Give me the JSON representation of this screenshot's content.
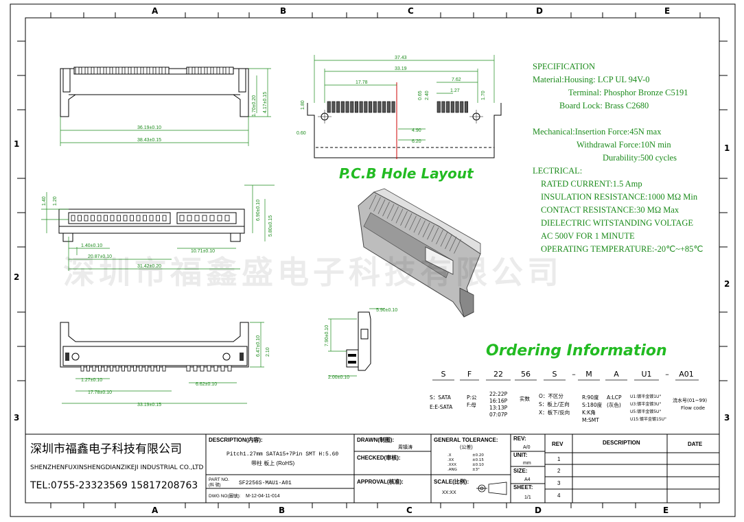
{
  "grid": {
    "columns": [
      "A",
      "B",
      "C",
      "D",
      "E"
    ],
    "rows": [
      "1",
      "2",
      "3"
    ]
  },
  "specification": {
    "title": "SPECIFICATION",
    "material_housing": "Material:Housing:  LCP UL 94V-0",
    "terminal": "Terminal:  Phosphor Bronze C5191",
    "board_lock": "Board Lock:  Brass C2680",
    "insertion": "Mechanical:Insertion Force:45N max",
    "withdrawal": "Withdrawal Force:10N min",
    "durability": "Durability:500 cycles",
    "electrical": "LECTRICAL:",
    "rated_current": "RATED CURRENT:1.5 Amp",
    "insulation": "INSULATION RESISTANCE:1000 MΩ Min",
    "contact": "CONTACT RESISTANCE:30 MΩ Max",
    "dielectric": "DIELECTRIC WITSTANDING VOLTAGE",
    "ac": "AC 500V FOR 1 MINUTE",
    "temp": "OPERATING TEMPERATURE:-20℃~+85℃"
  },
  "pcb_title": "P.C.B Hole Layout",
  "watermark": "深圳市福鑫盛电子科技有限公司",
  "ordering": {
    "title": "Ordering Information",
    "codes": [
      "S",
      "F",
      "22",
      "56",
      "S",
      "M",
      "A",
      "U1",
      "A01"
    ],
    "dashes": [
      "–",
      "–"
    ],
    "desc_s": [
      "S：SATA",
      "E:E-SATA"
    ],
    "desc_f": [
      "P:公",
      "F:母"
    ],
    "desc_22": [
      "22:22P",
      "16:16P",
      "13:13P",
      "07:07P"
    ],
    "desc_56": [
      "实数"
    ],
    "desc_s2": [
      "O：不区分",
      "S：板上/正向",
      "X：板下/反向"
    ],
    "desc_m": [
      "R:90度",
      "S:180度",
      "K:K角",
      "M:SMT"
    ],
    "desc_a": [
      "A:LCP",
      "(灰色)"
    ],
    "desc_u1": [
      "U1:镀半金镀1U\"",
      "U3:镀半金镀3U\"",
      "U5:镀半金镀5U\"",
      "U15:镀半金镀15U\""
    ],
    "desc_a01": [
      "流水号(01~99)",
      "Flow code"
    ]
  },
  "dims": {
    "top_w1": "36.19±0.10",
    "top_w2": "38.43±0.15",
    "top_h1": "1.70±0.20",
    "top_h2": "4.17±0.15",
    "front_d1": "1.40±0.10",
    "front_d2": "20.87±0.10",
    "front_d3": "31.42±0.20",
    "front_d4": "10.71±0.10",
    "front_h1": "6.90±0.10",
    "front_h2": "5.80±0.15",
    "front_h3": "1.40",
    "front_h4": "1.20",
    "bot_d1": "1.27±0.10",
    "bot_d2": "17.78±0.10",
    "bot_d3": "33.19±0.15",
    "bot_d4": "6.62±0.10",
    "bot_h1": "6.47±0.10",
    "bot_h2": "2.10",
    "pcb_d1": "37.43",
    "pcb_d2": "33.19",
    "pcb_d3": "17.78",
    "pcb_d4": "7.62",
    "pcb_d5": "1.27",
    "pcb_d6": "0.60",
    "pcb_d7": "4.90",
    "pcb_d8": "6.20",
    "pcb_d9": "2.40",
    "pcb_d10": "1.70",
    "pcb_d11": "0.65",
    "pcb_d12": "1.80",
    "side_d1": "5.90±0.10",
    "side_d2": "7.90±0.10",
    "side_d3": "2.00±0.10"
  },
  "company": {
    "name_cn": "深圳市福鑫电子科技有限公司",
    "name_en": "SHENZHENFUXINSHENGDIANZIKEJI INDUSTRIAL CO.,LTD",
    "tel": "TEL:0755-23323569  15817208763"
  },
  "title_block": {
    "description_label": "DESCRIPTION(内容):",
    "description_1": "Pitch1.27mm SATA15+7Pin SMT H:5.60",
    "description_2": "带柱 板上 (RoHS)",
    "part_no_label": "PART NO.",
    "part_no_sub": "(料   號)",
    "part_no": "SF2256S-MAU1-A01",
    "dwg_no_label": "DWG NO(圖號):",
    "dwg_no": "M-12-04-11-014",
    "drawn_label": "DRAWN(制图):",
    "drawn_value": "周镇涛",
    "checked_label": "CHECKED(审核):",
    "approval_label": "APPROVAL(核准):",
    "tolerance_label": "GENERAL TOLERANCE:",
    "tolerance_sub": "(公差)",
    "tol_rows": [
      [
        ".X",
        "±0.20"
      ],
      [
        ".XX",
        "±0.15"
      ],
      [
        ".XXX",
        "±0.10"
      ],
      [
        ".ANG",
        "±3°"
      ]
    ],
    "scale_label": "SCALE(比例):",
    "scale_value": "XX:XX",
    "rev_label": "REV:",
    "rev_value": "A/0",
    "unit_label": "UNIT:",
    "unit_value": "mm",
    "size_label": "SIZE:",
    "size_value": "A4",
    "sheet_label": "SHEET:",
    "sheet_value": "1/1",
    "rev_table_header": [
      "REV",
      "DESCRIPTION",
      "DATE"
    ],
    "rev_table_rows": [
      "1",
      "2",
      "3",
      "4"
    ]
  }
}
